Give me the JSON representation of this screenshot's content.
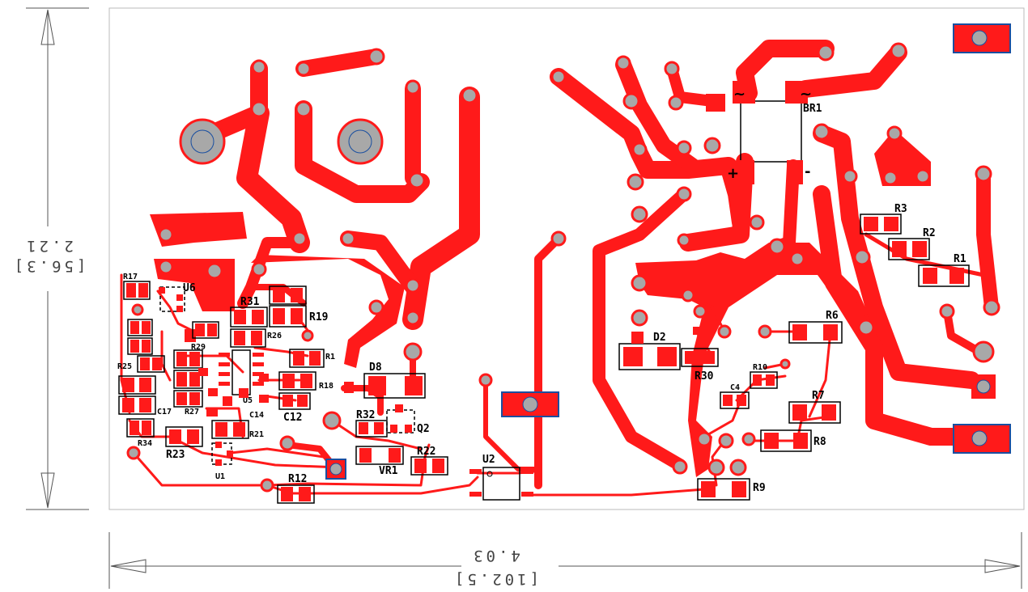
{
  "dimensions": {
    "width_inches": "4.03",
    "width_mm": "[102.5]",
    "height_inches": "2.21",
    "height_mm": "[56.3]"
  },
  "labels": {
    "br1": "BR1",
    "r3": "R3",
    "r2": "R2",
    "r1": "R1",
    "r6": "R6",
    "r7": "R7",
    "r8": "R8",
    "r9": "R9",
    "r10": "R10",
    "c4": "C4",
    "r30": "R30",
    "d2": "D2",
    "d8": "D8",
    "r32": "R32",
    "q2": "Q2",
    "r22": "R22",
    "vr1": "VR1",
    "u2": "U2",
    "r12": "R12",
    "r31": "R31",
    "r19": "R19",
    "r26": "R26",
    "r18": "R18",
    "c12": "C12",
    "c14": "C14",
    "r21": "R21",
    "r23": "R23",
    "r34": "R34",
    "r17": "R17",
    "r25": "R25",
    "r27": "R27",
    "r29": "R29",
    "c17": "C17",
    "u6": "U6",
    "u5": "U5",
    "u1": "U1",
    "r1_small": "R1"
  },
  "symbols": {
    "ac1": "~",
    "ac2": "~",
    "plus": "+",
    "minus": "-"
  }
}
